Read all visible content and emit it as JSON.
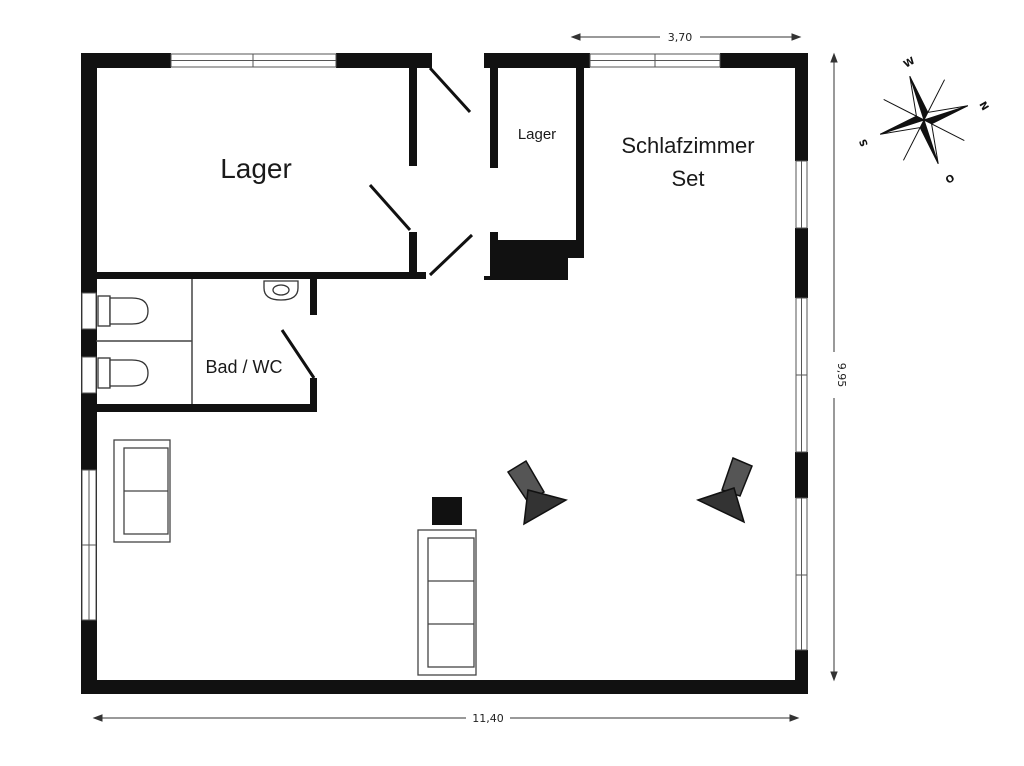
{
  "rooms": {
    "lager_large": "Lager",
    "lager_small": "Lager",
    "schlafzimmer_line1": "Schlafzimmer",
    "schlafzimmer_line2": "Set",
    "bad": "Bad / WC"
  },
  "dimensions": {
    "width": "11,40",
    "height": "9,95",
    "top": "3,70"
  },
  "compass": {
    "n": "N",
    "o": "O",
    "s": "S",
    "w": "W"
  },
  "colors": {
    "wall": "#111111",
    "line": "#333333",
    "background": "#ffffff"
  }
}
